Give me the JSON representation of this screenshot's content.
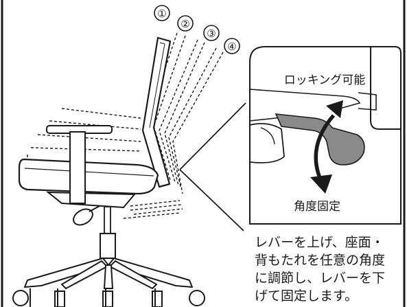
{
  "figure": {
    "positions": [
      "①",
      "②",
      "③",
      "④"
    ],
    "inset": {
      "top_label": "ロッキング可能",
      "bottom_label": "角度固定"
    },
    "description_lines": [
      "レバーを上げ、座面・",
      "背もたれを任意の角度",
      "に調節し、レバーを下",
      "げて固定します。"
    ],
    "colors": {
      "line": "#1a1a1a",
      "seat_fill": "#3a3a3a",
      "lever_fill": "#8a8a8a",
      "background": "#ffffff"
    }
  }
}
